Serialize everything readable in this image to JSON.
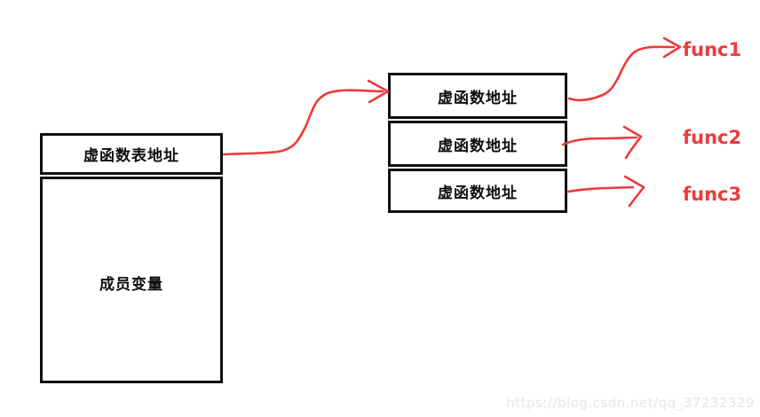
{
  "diagram": {
    "object_box": {
      "vtable_pointer_label": "虚函数表地址",
      "member_vars_label": "成员变量"
    },
    "vtable_box": {
      "rows": [
        "虚函数地址",
        "虚函数地址",
        "虚函数地址"
      ]
    },
    "functions": [
      {
        "label": "func1"
      },
      {
        "label": "func2"
      },
      {
        "label": "func3"
      }
    ],
    "colors": {
      "arrow": "#ed3a3c",
      "border": "#0f0f0f",
      "func_text": "#ed3a3c",
      "watermark": "#e6e6e6"
    },
    "watermark": "https://blog.csdn.net/qq_37232329"
  }
}
